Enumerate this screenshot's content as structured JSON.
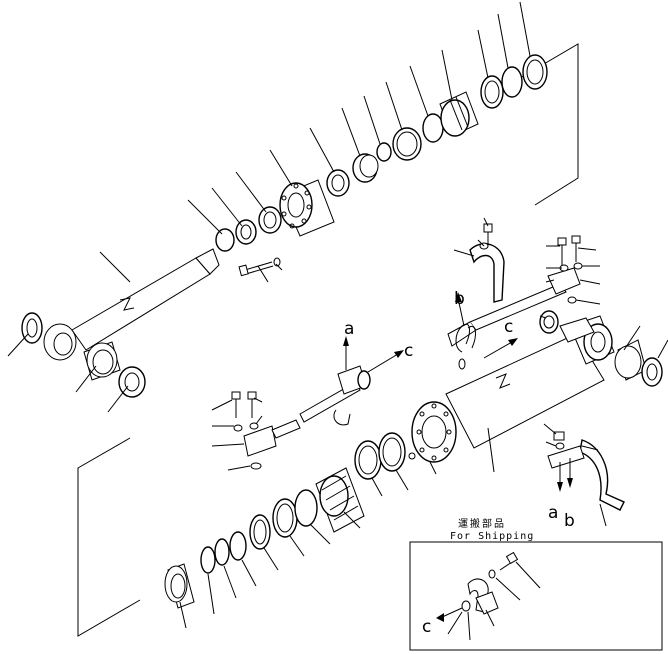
{
  "callouts": {
    "a_top": "a",
    "c_top": "c",
    "b_left": "b",
    "c_right": "c",
    "a_bottom": "a",
    "b_bottom": "b",
    "c_inset": "c"
  },
  "inset": {
    "title_jp": "運搬部品",
    "title_en": "For Shipping"
  }
}
